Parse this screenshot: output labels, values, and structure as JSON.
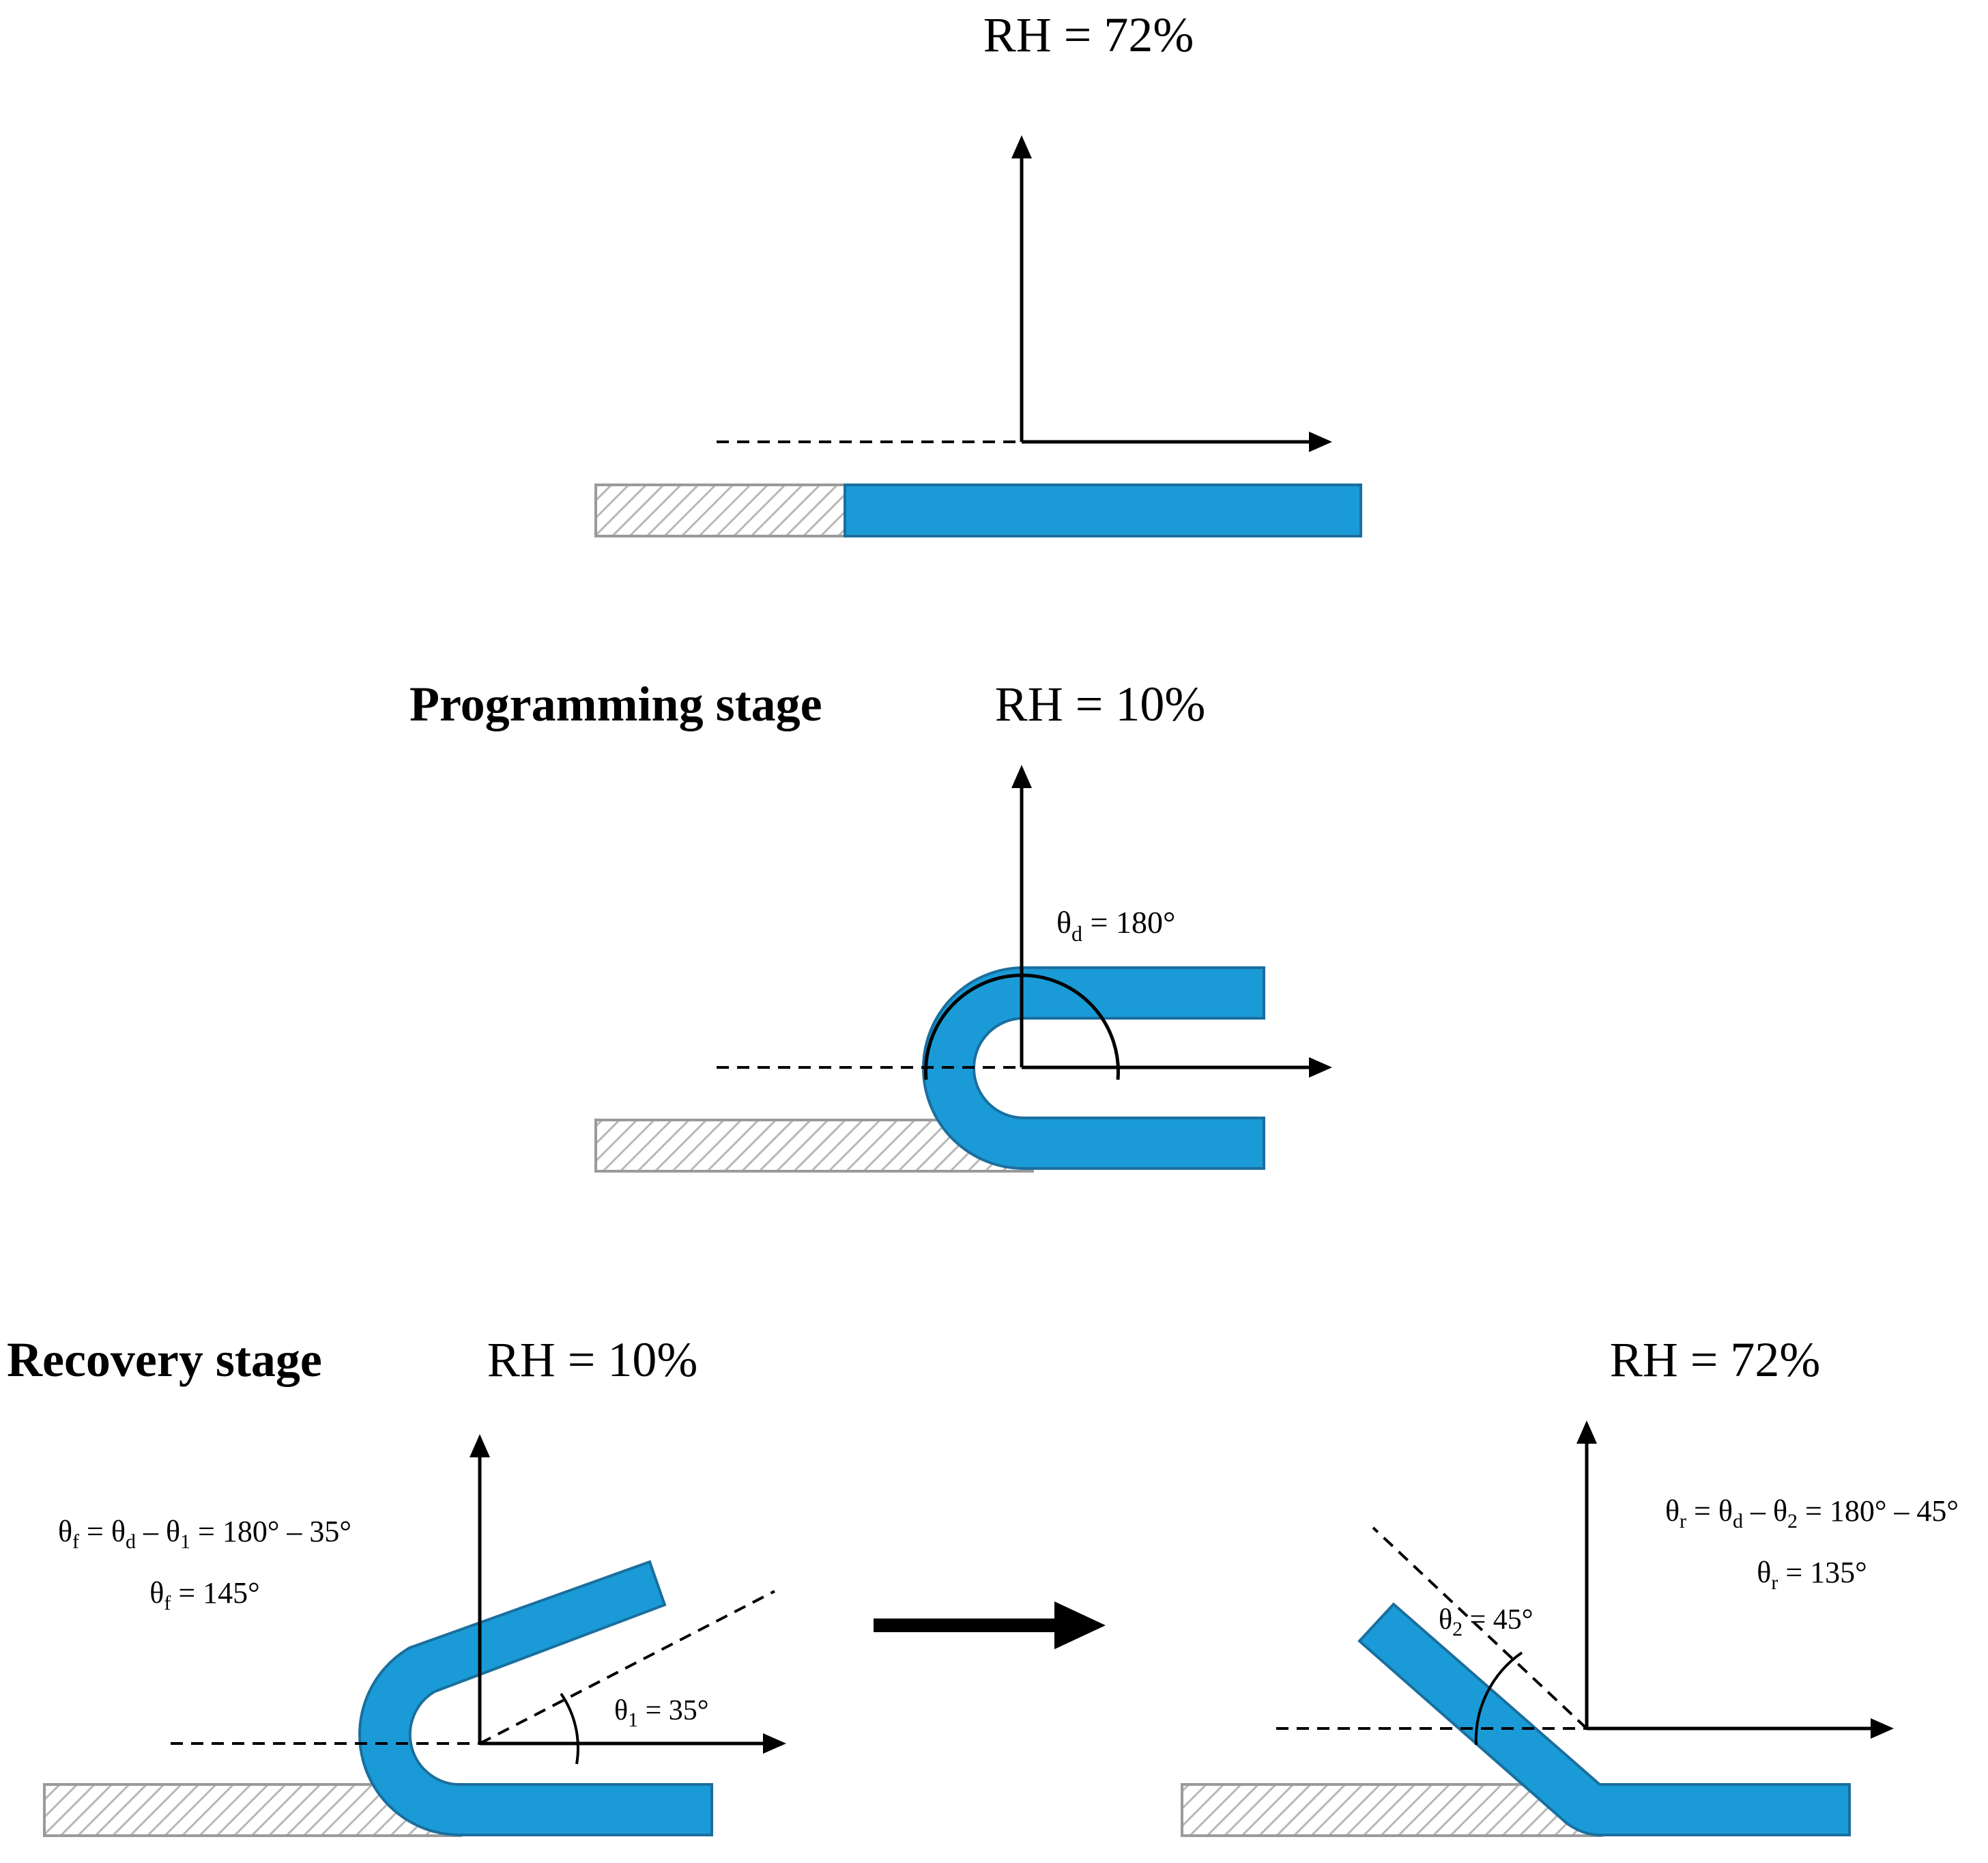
{
  "stage1": {
    "rh": "RH = 72%"
  },
  "stage2": {
    "title": "Programming stage",
    "rh": "RH = 10%",
    "theta_d": {
      "sym": "θ",
      "sub": "d",
      "rest": " = 180°"
    }
  },
  "stage3": {
    "title": "Recovery stage",
    "rh_left": "RH = 10%",
    "rh_right": "RH = 72%",
    "theta_f_eq": {
      "p1": "θ",
      "s1": "f",
      "p2": " = θ",
      "s2": "d",
      "p3": " – θ",
      "s3": "1",
      "p4": " = 180° – 35°"
    },
    "theta_f_val": {
      "p1": "θ",
      "s1": "f",
      "p2": " = 145°"
    },
    "theta_1": {
      "p1": "θ",
      "s1": "1",
      "p2": " = 35°"
    },
    "theta_r_eq": {
      "p1": "θ",
      "s1": "r",
      "p2": " = θ",
      "s2": "d",
      "p3": " – θ",
      "s3": "2",
      "p4": " = 180° – 45°"
    },
    "theta_r_val": {
      "p1": "θ",
      "s1": "r",
      "p2": " = 135°"
    },
    "theta_2": {
      "p1": "θ",
      "s1": "2",
      "p2": " = 45°"
    }
  },
  "colors": {
    "sample": "#1a9bd7",
    "sample_edge": "#1a6f9e",
    "clamp_hatch": "#b8b8b8",
    "clamp_edge": "#9a9a9a",
    "ink": "#000000"
  }
}
